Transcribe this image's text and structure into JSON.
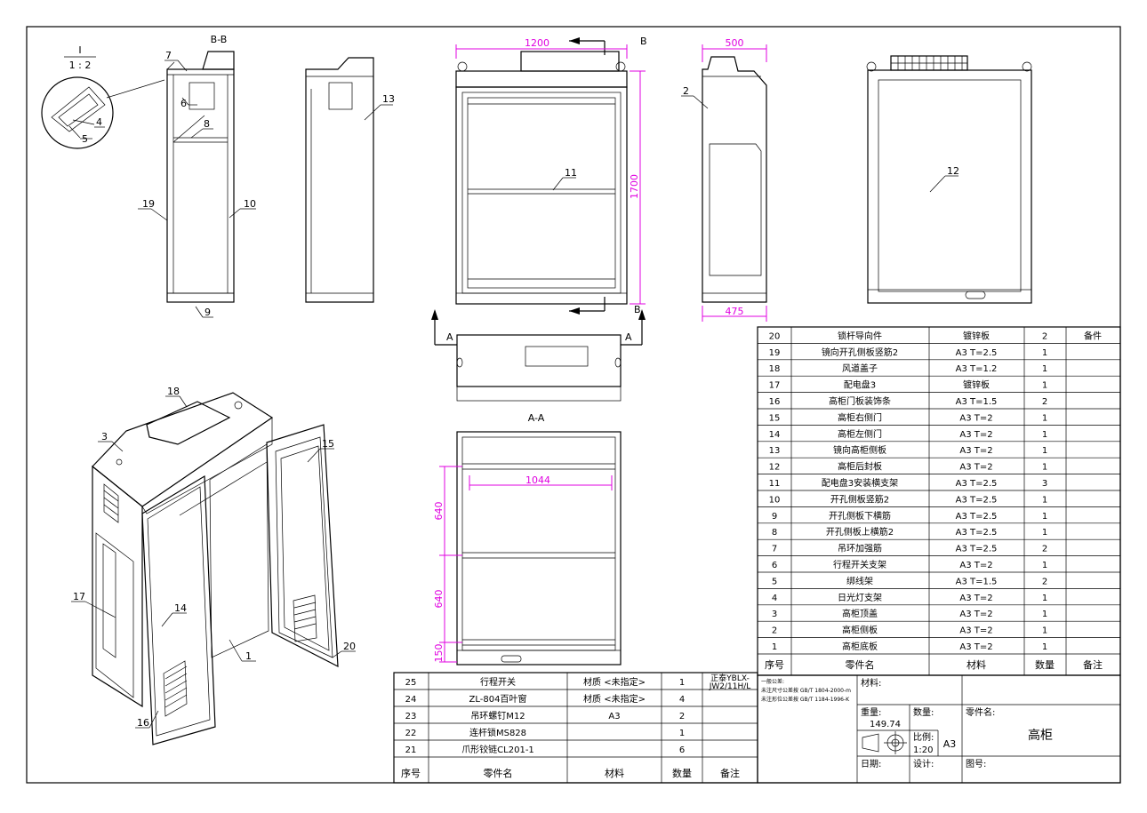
{
  "views": {
    "section_bb": {
      "title": "B-B"
    },
    "detail": {
      "label_top": "I",
      "label_bottom": "1 : 2"
    },
    "section_aa": {
      "title": "A-A"
    },
    "front": {
      "arrow_label_top": "B",
      "arrow_label_bottom": "B",
      "arrow_label_left": "A",
      "arrow_label_right": "A"
    }
  },
  "dimensions": {
    "front_width": "1200",
    "front_height": "1700",
    "side_width_top": "500",
    "side_width_bottom": "475",
    "aa_width": "1044",
    "aa_h1": "640",
    "aa_h2": "640",
    "aa_h3": "150"
  },
  "callouts": {
    "c1": "1",
    "c2": "2",
    "c3": "3",
    "c4": "4",
    "c5": "5",
    "c6": "6",
    "c7": "7",
    "c8": "8",
    "c9": "9",
    "c10": "10",
    "c11": "11",
    "c12": "12",
    "c13": "13",
    "c14": "14",
    "c15": "15",
    "c16": "16",
    "c17": "17",
    "c18": "18",
    "c19": "19",
    "c20": "20"
  },
  "parts_table_right": {
    "header": {
      "no": "序号",
      "name": "零件名",
      "material": "材料",
      "qty": "数量",
      "note": "备注"
    },
    "rows": [
      {
        "no": "20",
        "name": "锁杆导向件",
        "material": "镀锌板",
        "qty": "2",
        "note": "备件"
      },
      {
        "no": "19",
        "name": "镜向开孔侧板竖筋2",
        "material": "A3 T=2.5",
        "qty": "1",
        "note": ""
      },
      {
        "no": "18",
        "name": "风道盖子",
        "material": "A3 T=1.2",
        "qty": "1",
        "note": ""
      },
      {
        "no": "17",
        "name": "配电盘3",
        "material": "镀锌板",
        "qty": "1",
        "note": ""
      },
      {
        "no": "16",
        "name": "高柜门板装饰条",
        "material": "A3 T=1.5",
        "qty": "2",
        "note": ""
      },
      {
        "no": "15",
        "name": "高柜右侧门",
        "material": "A3 T=2",
        "qty": "1",
        "note": ""
      },
      {
        "no": "14",
        "name": "高柜左侧门",
        "material": "A3 T=2",
        "qty": "1",
        "note": ""
      },
      {
        "no": "13",
        "name": "镜向高柜侧板",
        "material": "A3 T=2",
        "qty": "1",
        "note": ""
      },
      {
        "no": "12",
        "name": "高柜后封板",
        "material": "A3 T=2",
        "qty": "1",
        "note": ""
      },
      {
        "no": "11",
        "name": "配电盘3安装横支架",
        "material": "A3 T=2.5",
        "qty": "3",
        "note": ""
      },
      {
        "no": "10",
        "name": "开孔侧板竖筋2",
        "material": "A3 T=2.5",
        "qty": "1",
        "note": ""
      },
      {
        "no": "9",
        "name": "开孔侧板下横筋",
        "material": "A3 T=2.5",
        "qty": "1",
        "note": ""
      },
      {
        "no": "8",
        "name": "开孔侧板上横筋2",
        "material": "A3 T=2.5",
        "qty": "1",
        "note": ""
      },
      {
        "no": "7",
        "name": "吊环加强筋",
        "material": "A3 T=2.5",
        "qty": "2",
        "note": ""
      },
      {
        "no": "6",
        "name": "行程开关支架",
        "material": "A3 T=2",
        "qty": "1",
        "note": ""
      },
      {
        "no": "5",
        "name": "绑线架",
        "material": "A3 T=1.5",
        "qty": "2",
        "note": ""
      },
      {
        "no": "4",
        "name": "日光灯支架",
        "material": "A3 T=2",
        "qty": "1",
        "note": ""
      },
      {
        "no": "3",
        "name": "高柜顶盖",
        "material": "A3 T=2",
        "qty": "1",
        "note": ""
      },
      {
        "no": "2",
        "name": "高柜侧板",
        "material": "A3 T=2",
        "qty": "1",
        "note": ""
      },
      {
        "no": "1",
        "name": "高柜底板",
        "material": "A3 T=2",
        "qty": "1",
        "note": ""
      }
    ]
  },
  "parts_table_left": {
    "header": {
      "no": "序号",
      "name": "零件名",
      "material": "材料",
      "qty": "数量",
      "note": "备注"
    },
    "rows": [
      {
        "no": "25",
        "name": "行程开关",
        "material": "材质 <未指定>",
        "qty": "1",
        "note1": "正泰YBLX-",
        "note2": "JW2/11H/L"
      },
      {
        "no": "24",
        "name": "ZL-804百叶窗",
        "material": "材质 <未指定>",
        "qty": "4",
        "note1": "",
        "note2": ""
      },
      {
        "no": "23",
        "name": "吊环螺钉M12",
        "material": "A3",
        "qty": "2",
        "note1": "",
        "note2": ""
      },
      {
        "no": "22",
        "name": "连杆锁MS828",
        "material": "",
        "qty": "1",
        "note1": "",
        "note2": ""
      },
      {
        "no": "21",
        "name": "爪形铰链CL201-1",
        "material": "",
        "qty": "6",
        "note1": "",
        "note2": ""
      }
    ]
  },
  "title_block": {
    "tolerance_line1": "一般公差:",
    "tolerance_line2": "未注尺寸公差按 GB/T 1804-2000-m",
    "tolerance_line3": "未注形位公差按 GB/T 1184-1996-K",
    "material_label": "材料:",
    "weight_label": "重量:",
    "weight_value": "149.74",
    "quantity_label": "数量:",
    "part_name_label": "零件名:",
    "part_name_value": "高柜",
    "scale_label": "比例:",
    "scale_value": "1:20",
    "sheet_size": "A3",
    "date_label": "日期:",
    "designer_label": "设计:",
    "drawing_no_label": "图号:"
  }
}
